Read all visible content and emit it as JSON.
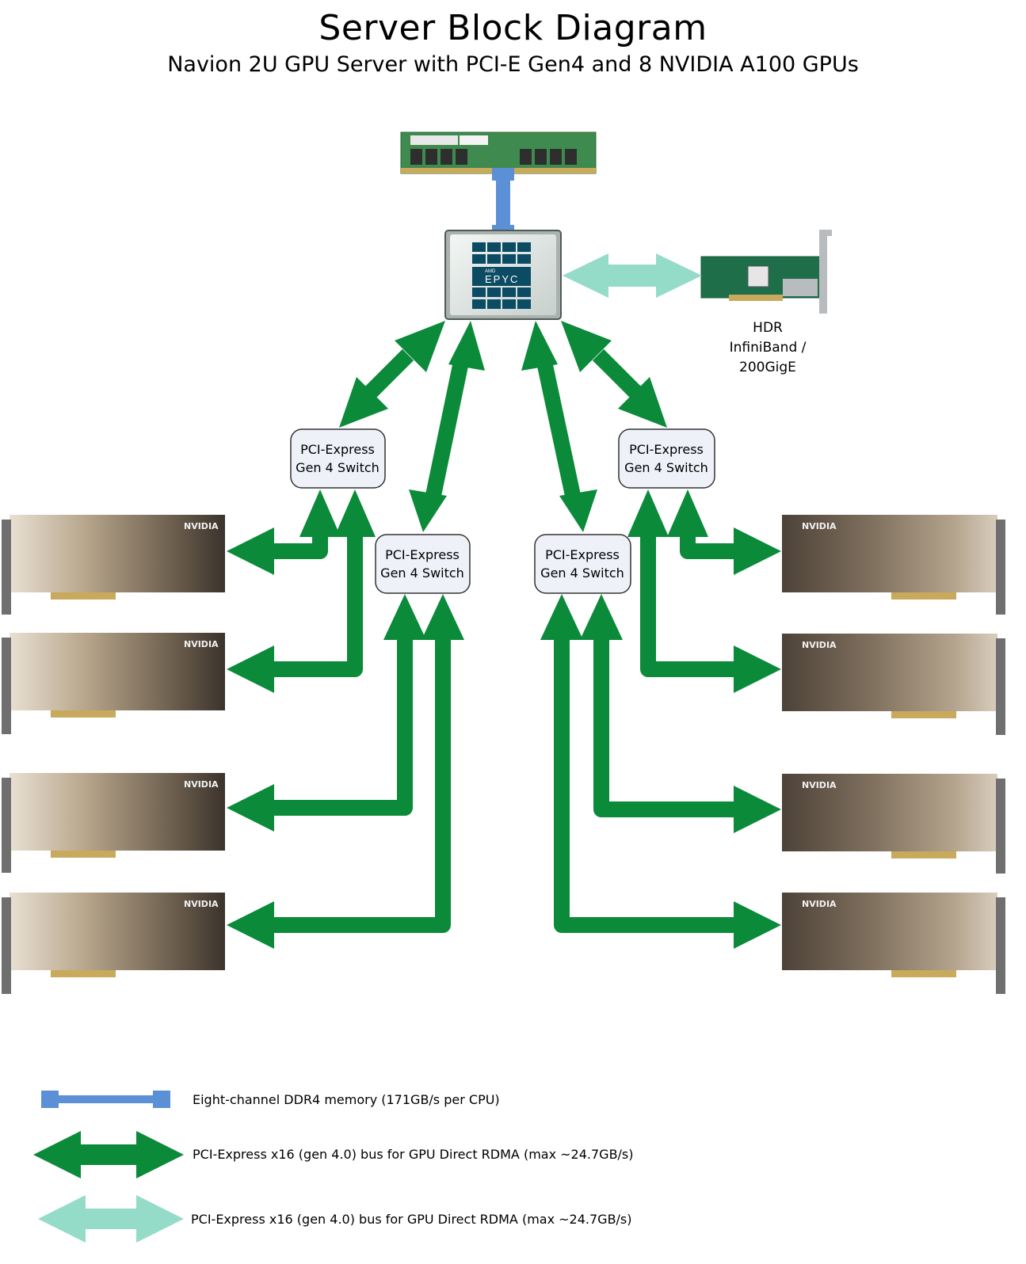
{
  "title": "Server Block Diagram",
  "subtitle": "Navion 2U GPU Server with PCI-E Gen4 and 8 NVIDIA A100 GPUs",
  "cpu": {
    "brand": "AMD",
    "model": "EPYC"
  },
  "nic": {
    "label_lines": [
      "HDR",
      "InfiniBand /",
      "200GigE"
    ]
  },
  "switch": {
    "line1": "PCI-Express",
    "line2": "Gen 4 Switch"
  },
  "gpu": {
    "brand": "NVIDIA"
  },
  "legend": [
    {
      "label": "Eight-channel DDR4 memory (171GB/s per CPU)",
      "color": "#5b8fd6"
    },
    {
      "label": "PCI-Express x16 (gen 4.0) bus for GPU Direct RDMA (max ~24.7GB/s)",
      "color": "#0b8a3a"
    },
    {
      "label": "PCI-Express x16 (gen 4.0) bus for GPU Direct RDMA (max ~24.7GB/s)",
      "color": "#95dcc8"
    }
  ],
  "colors": {
    "memory_bus": "#5b8fd6",
    "pcie_bus": "#0b8a3a",
    "nic_bus": "#95dcc8"
  }
}
